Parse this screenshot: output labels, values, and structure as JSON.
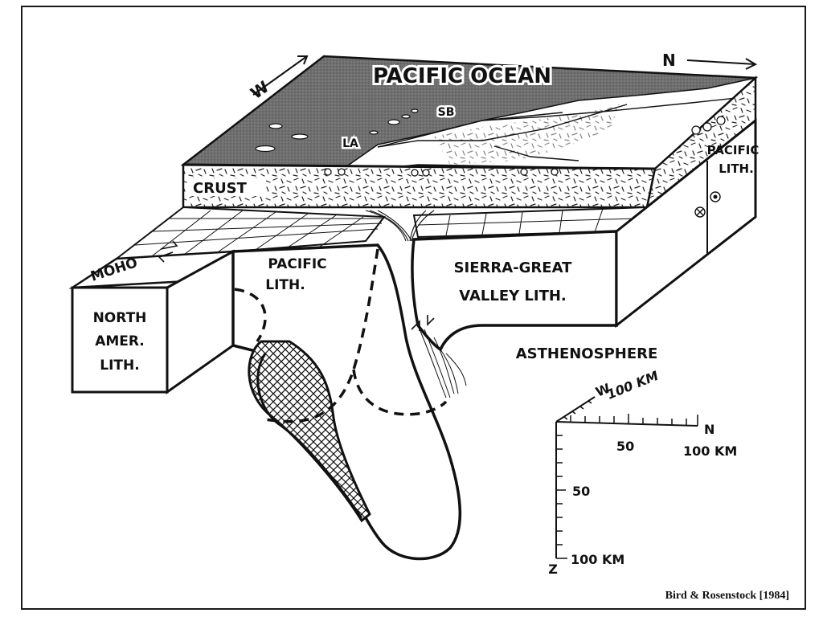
{
  "diagram": {
    "ocean_label": "PACIFIC OCEAN",
    "city_labels": {
      "santa_barbara": "SB",
      "los_angeles": "LA"
    },
    "compass": {
      "west_top": "W",
      "north_top": "N"
    },
    "crust_label": "CRUST",
    "moho_label": "MOHO",
    "north_american_lith": [
      "NORTH",
      "AMER.",
      "LITH."
    ],
    "pacific_lith_west": [
      "PACIFIC",
      "LITH."
    ],
    "pacific_lith_east": [
      "PACIFIC",
      "LITH."
    ],
    "sierra_lith": [
      "SIERRA-GREAT",
      "VALLEY LITH."
    ],
    "asthenosphere_label": "ASTHENOSPHERE",
    "scale_bar": {
      "west": "W",
      "west_100": "100 KM",
      "north": "N",
      "north_50": "50",
      "north_100": "100 KM",
      "depth_50": "50",
      "depth_100": "100 KM",
      "depth_axis": "Z"
    },
    "citation": "Bird & Rosenstock [1984]"
  },
  "colors": {
    "ink": "#111111",
    "ocean": "#6b6b6b",
    "paper": "#ffffff",
    "frame": "#1a1a1a"
  }
}
